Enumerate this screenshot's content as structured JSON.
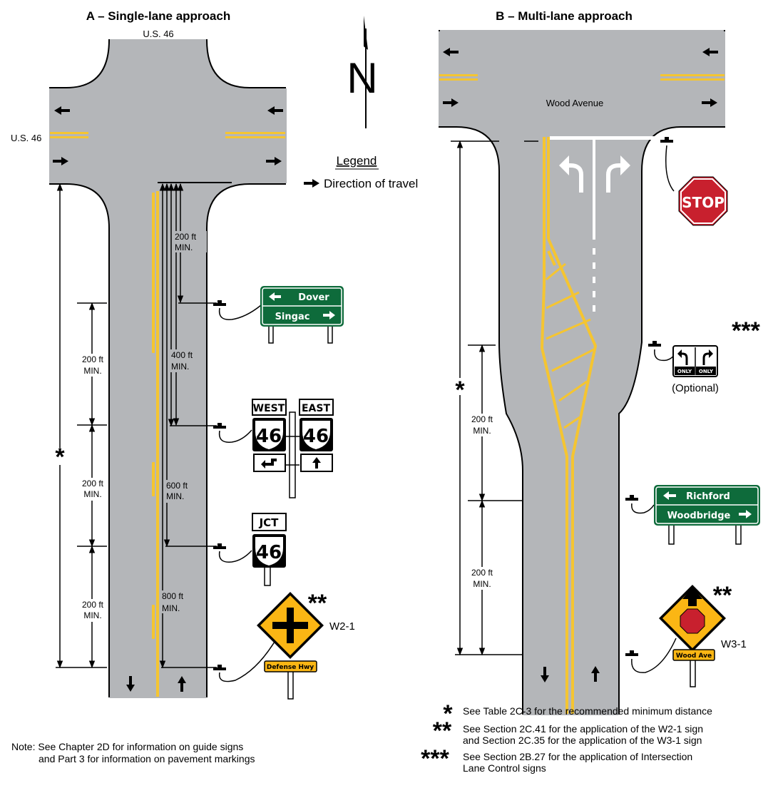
{
  "panel_a": {
    "title": "A – Single-lane approach",
    "road_top": "U.S. 46",
    "road_left": "U.S. 46",
    "road_name": "Defense Highway",
    "dims": {
      "d200a": "200 ft",
      "d200a_min": "MIN.",
      "d400": "400 ft",
      "d400_min": "MIN.",
      "d600": "600 ft",
      "d600_min": "MIN.",
      "d800": "800 ft",
      "d800_min": "MIN.",
      "l200a": "200 ft",
      "l200a_min": "MIN.",
      "l200b": "200 ft",
      "l200b_min": "MIN.",
      "l200c": "200 ft",
      "l200c_min": "MIN."
    },
    "guide_sign": {
      "line1": "Dover",
      "line2": "Singac"
    },
    "route_signs": {
      "west": "WEST",
      "east": "EAST",
      "route": "46",
      "jct": "JCT"
    },
    "warning_sign": {
      "code": "W2-1",
      "plaque": "Defense Hwy"
    }
  },
  "panel_b": {
    "title": "B – Multi-lane approach",
    "road_name": "Wood Avenue",
    "stop": "STOP",
    "optional": "(Optional)",
    "only_left": "ONLY",
    "only_right": "ONLY",
    "dims": {
      "d200a": "200 ft",
      "d200a_min": "MIN.",
      "d200b": "200 ft",
      "d200b_min": "MIN."
    },
    "guide_sign": {
      "line1": "Richford",
      "line2": "Woodbridge"
    },
    "warning_sign": {
      "code": "W3-1",
      "plaque": "Wood Ave"
    }
  },
  "north": "N",
  "legend": {
    "title": "Legend",
    "item": "Direction of travel"
  },
  "marks": {
    "one": "*",
    "two": "**",
    "three": "***"
  },
  "footnotes": {
    "one": "See Table 2C-3 for the recommended minimum distance",
    "two_a": "See Section 2C.41 for the application of the W2-1 sign",
    "two_b": "and Section 2C.35 for the application of the W3-1 sign",
    "three_a": "See Section 2B.27 for the application of Intersection",
    "three_b": "Lane Control signs"
  },
  "note": {
    "line1": "Note:  See Chapter 2D for information on guide signs",
    "line2": "and Part 3 for information on pavement markings"
  },
  "colors": {
    "pavement": "#b4b6b9",
    "yellow": "#f5c531",
    "guide_green": "#0e6b3b",
    "warning_yellow": "#fbb614",
    "stop_red": "#c8202e"
  }
}
